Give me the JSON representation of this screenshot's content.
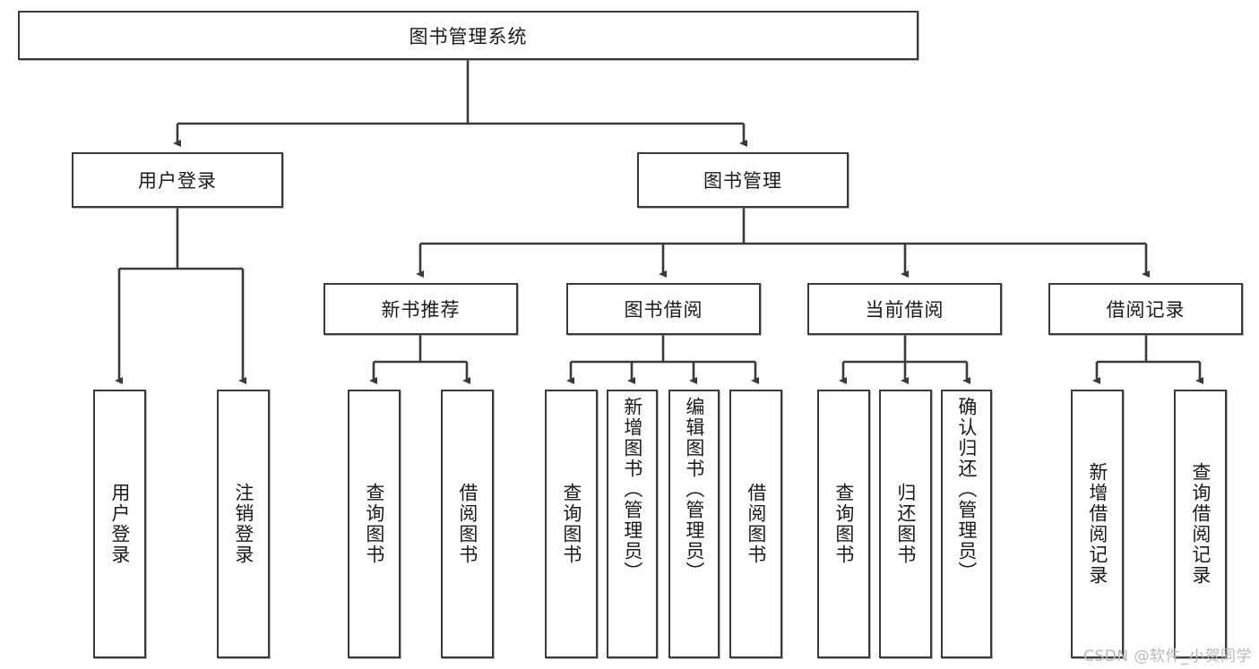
{
  "diagram": {
    "title": "图书管理系统",
    "type": "hierarchy-tree",
    "watermark": "CSDN @软件_小贺同学",
    "colors": {
      "border": "#3a3a3a",
      "background": "#ffffff",
      "text": "#1a1a1a",
      "watermark": "#b9b9b9"
    },
    "levels": {
      "root": {
        "label": "图书管理系统"
      },
      "level2": [
        {
          "label": "用户登录"
        },
        {
          "label": "图书管理"
        }
      ],
      "level3": [
        {
          "label": "新书推荐"
        },
        {
          "label": "图书借阅"
        },
        {
          "label": "当前借阅"
        },
        {
          "label": "借阅记录"
        }
      ],
      "leaves": {
        "user_login": [
          {
            "label": "用户登录"
          },
          {
            "label": "注销登录"
          }
        ],
        "new_book_recommend": [
          {
            "label": "查询图书"
          },
          {
            "label": "借阅图书"
          }
        ],
        "book_borrow": [
          {
            "label": "查询图书"
          },
          {
            "label": "新增图书（管理员）"
          },
          {
            "label": "编辑图书（管理员）"
          },
          {
            "label": "借阅图书"
          }
        ],
        "current_borrow": [
          {
            "label": "查询图书"
          },
          {
            "label": "归还图书"
          },
          {
            "label": "确认归还（管理员）"
          }
        ],
        "borrow_records": [
          {
            "label": "新增借阅记录"
          },
          {
            "label": "查询借阅记录"
          }
        ]
      }
    }
  }
}
